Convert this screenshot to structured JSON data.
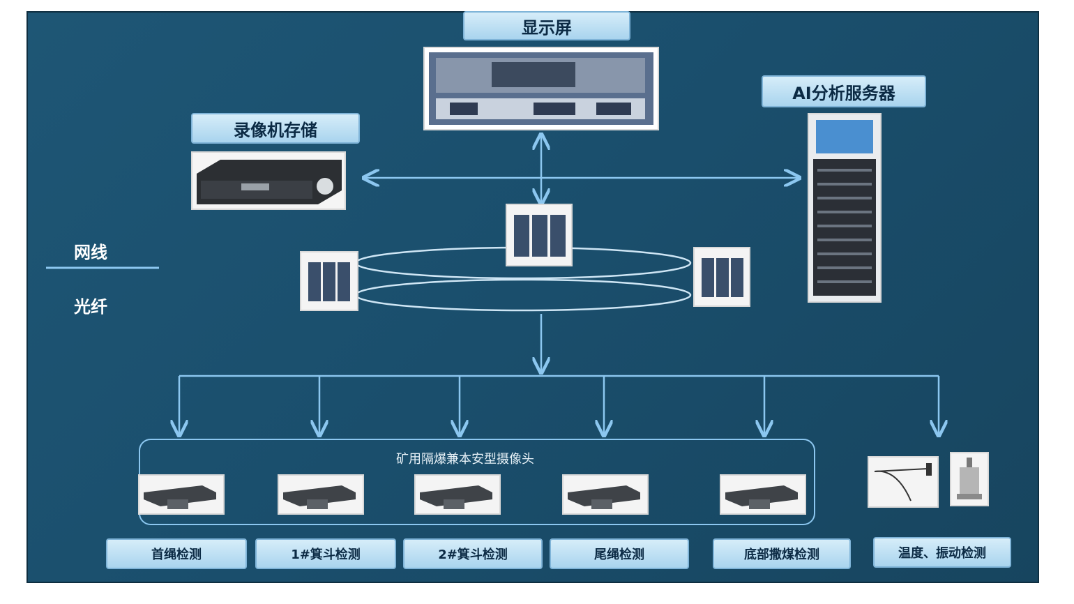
{
  "title_display": "显示屏",
  "title_ai": "AI分析服务器",
  "title_recorder": "录像机存储",
  "legend": {
    "ethernet": "网线",
    "fiber": "光纤"
  },
  "camera_group_label": "矿用隔爆兼本安型摄像头",
  "bottom_labels": [
    "首绳检测",
    "1#箕斗检测",
    "2#箕斗检测",
    "尾绳检测",
    "底部撒煤检测",
    "温度、振动检测"
  ],
  "colors": {
    "line": "#8cc7f0",
    "fiber_green": "#5fd46a",
    "panel": "#1a4e6c"
  }
}
